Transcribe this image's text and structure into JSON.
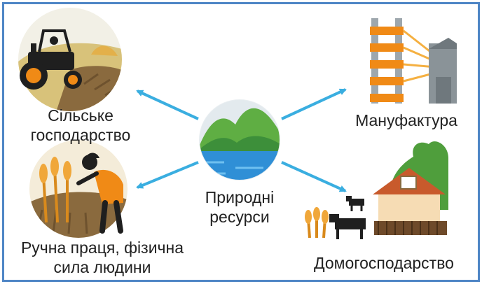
{
  "center": {
    "label_line1": "Природні",
    "label_line2": "ресурси",
    "icon": "nature-landscape-icon"
  },
  "nodes": [
    {
      "id": "agriculture",
      "line1": "Сільське",
      "line2": "господарство",
      "icon": "tractor-icon"
    },
    {
      "id": "manufacture",
      "line1": "Мануфактура",
      "line2": "",
      "icon": "factory-icon"
    },
    {
      "id": "manual-labor",
      "line1": "Ручна праця, фізична",
      "line2": "сила людини",
      "icon": "farmer-harvesting-icon"
    },
    {
      "id": "household",
      "line1": "Домогосподарство",
      "line2": "",
      "icon": "farmstead-icon"
    }
  ],
  "colors": {
    "border": "#4f86c6",
    "arrow": "#3aaee0",
    "text": "#222222"
  }
}
